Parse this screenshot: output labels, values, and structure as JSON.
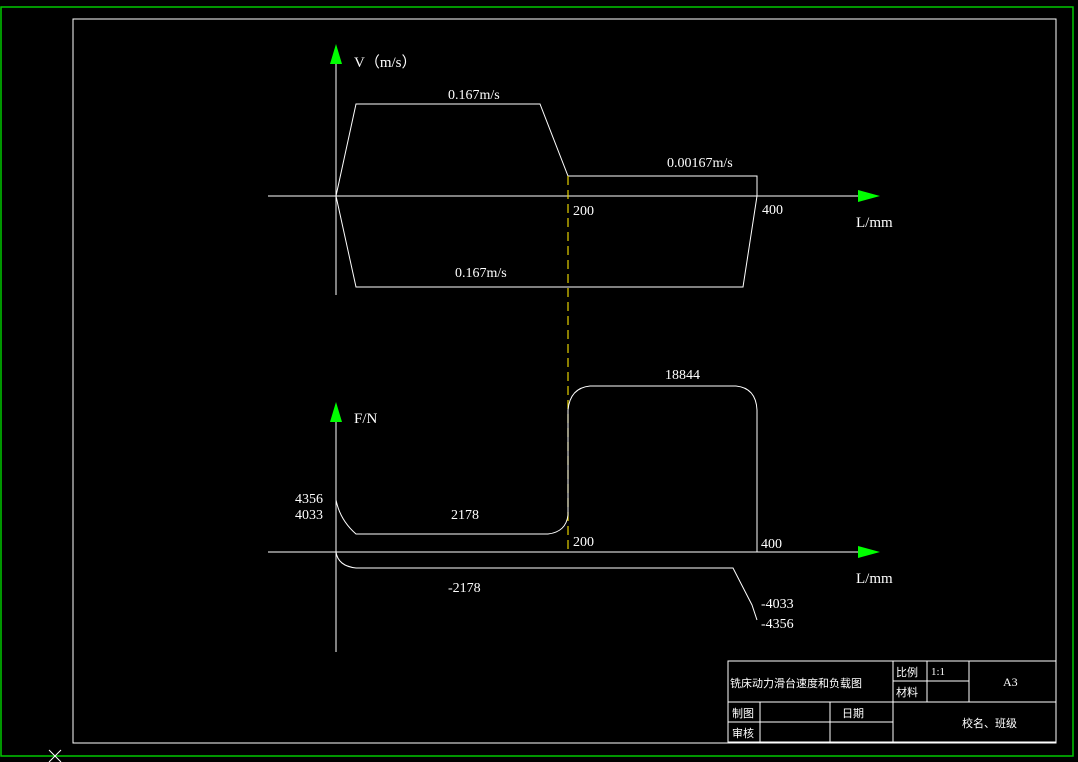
{
  "colors": {
    "background": "#000000",
    "outer_border": "#00c800",
    "line": "#ffffff",
    "arrow": "#00ff00",
    "dashed": "#e6d200"
  },
  "velocity_chart": {
    "ylabel": "V（m/s）",
    "xlabel": "L/mm",
    "tick_200": "200",
    "tick_400": "400",
    "label_fast_forward": "0.167m/s",
    "label_work_feed": "0.00167m/s",
    "label_fast_return": "0.167m/s"
  },
  "force_chart": {
    "ylabel": "F/N",
    "xlabel": "L/mm",
    "tick_200": "200",
    "tick_400": "400",
    "label_peak_pos": "4356",
    "label_start_pos": "4033",
    "label_const_pos": "2178",
    "label_work": "18844",
    "label_const_neg": "-2178",
    "label_end_neg": "-4033",
    "label_peak_neg": "-4356"
  },
  "title_block": {
    "drawing_title": "铣床动力滑台速度和负载图",
    "scale_label": "比例",
    "scale_value": "1:1",
    "material_label": "材料",
    "sheet_size": "A3",
    "drawn_by_label": "制图",
    "date_label": "日期",
    "checked_by_label": "审核",
    "school_class": "校名、班级"
  },
  "chart_data": [
    {
      "type": "line",
      "title": "",
      "xlabel": "L/mm",
      "ylabel": "V（m/s）",
      "x_ticks": [
        200,
        400
      ],
      "series": [
        {
          "x": [
            0,
            200,
            400
          ],
          "y": [
            0.167,
            0.00167,
            0
          ]
        },
        {
          "x": [
            400,
            0
          ],
          "y": [
            -0.167,
            0
          ]
        }
      ]
    },
    {
      "type": "line",
      "title": "",
      "xlabel": "L/mm",
      "ylabel": "F/N",
      "x_ticks": [
        200,
        400
      ],
      "series": [
        {
          "x": [
            0,
            0,
            200,
            400
          ],
          "y": [
            4356,
            2178,
            18844,
            0
          ]
        },
        {
          "x": [
            400,
            400,
            0
          ],
          "y": [
            -4356,
            -2178,
            0
          ]
        }
      ]
    }
  ]
}
